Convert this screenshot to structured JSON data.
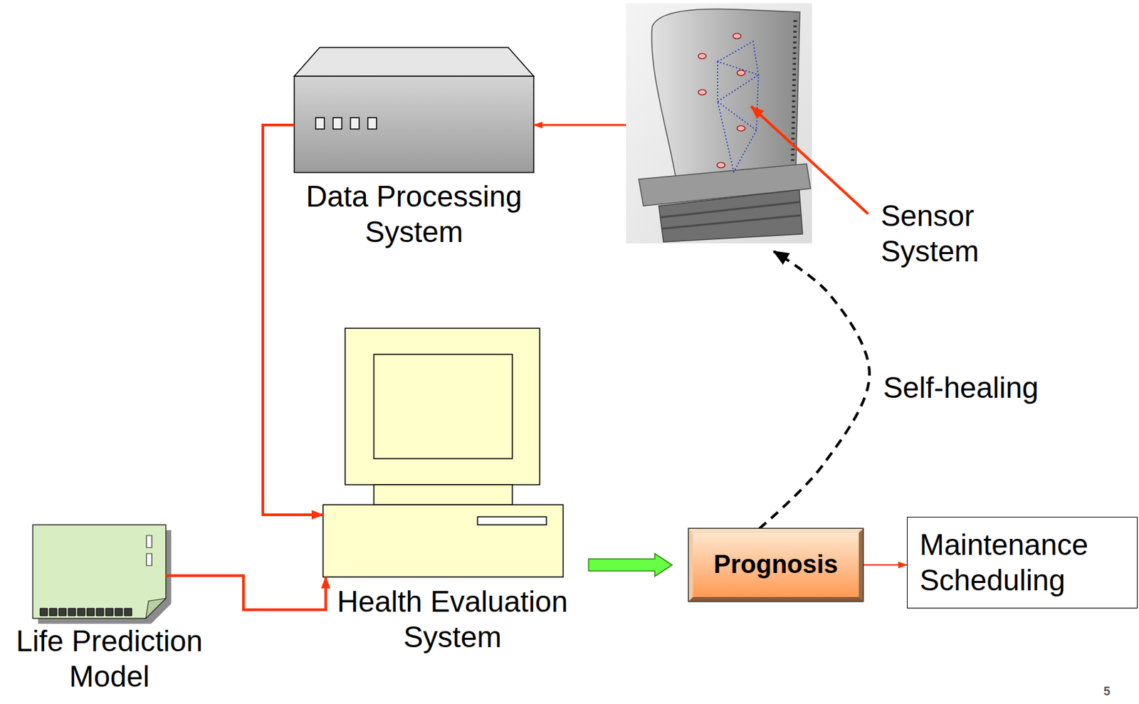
{
  "diagram": {
    "nodes": [
      {
        "text": [
          "Data Processing System"
        ]
      },
      {
        "text": [
          "Sensor System"
        ]
      },
      {
        "text": [
          "Health Evaluation System"
        ]
      },
      {
        "text": [
          "Life Prediction Model"
        ]
      },
      {
        "text": [
          "Prognosis"
        ]
      },
      {
        "text": [
          "Maintenance Scheduling"
        ]
      }
    ],
    "edges": [
      {
        "from": 1,
        "to": 0,
        "arrow": "to"
      },
      {
        "from": 0,
        "to": 2,
        "arrow": "to"
      },
      {
        "from": 3,
        "to": 2,
        "arrow": "to"
      },
      {
        "from": 2,
        "to": 4,
        "arrow": "to"
      },
      {
        "from": 4,
        "to": 5,
        "arrow": "to"
      },
      {
        "from": 4,
        "to": 1,
        "label": "Self-healing",
        "arrow": "to"
      }
    ],
    "labels": [
      "5"
    ]
  }
}
